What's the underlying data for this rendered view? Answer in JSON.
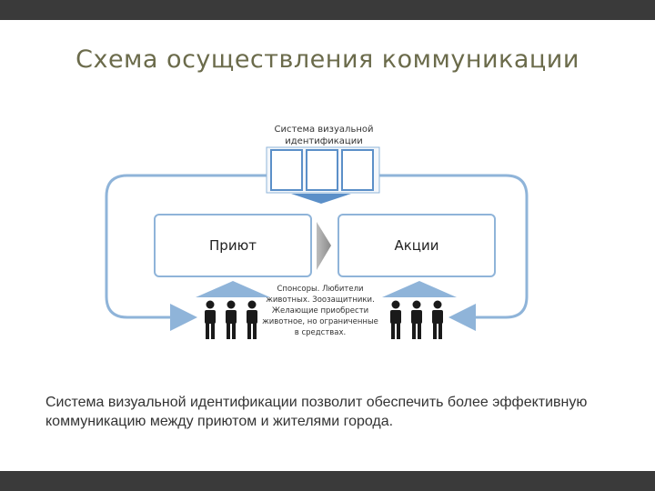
{
  "slide": {
    "title": "Схема осуществления коммуникации",
    "caption": "Система визуальной идентификации позволит обеспечить более эффективную коммуникацию между приютом и жителями города."
  },
  "diagram": {
    "identity_label_line1": "Система визуальной",
    "identity_label_line2": "идентификации",
    "box_left": "Приют",
    "box_right": "Акции",
    "audience_lines": [
      "Спонсоры. Любители",
      "животных. Зоозащитники.",
      "Желающие приобрести",
      "животное, но ограниченные",
      "в средствах."
    ],
    "colors": {
      "loop": "#8fb4d9",
      "box_border": "#8fb4d9",
      "identity_fill": "#5b8fc8",
      "arrow_fill": "#8fb4d9",
      "person": "#1a1a1a"
    }
  }
}
